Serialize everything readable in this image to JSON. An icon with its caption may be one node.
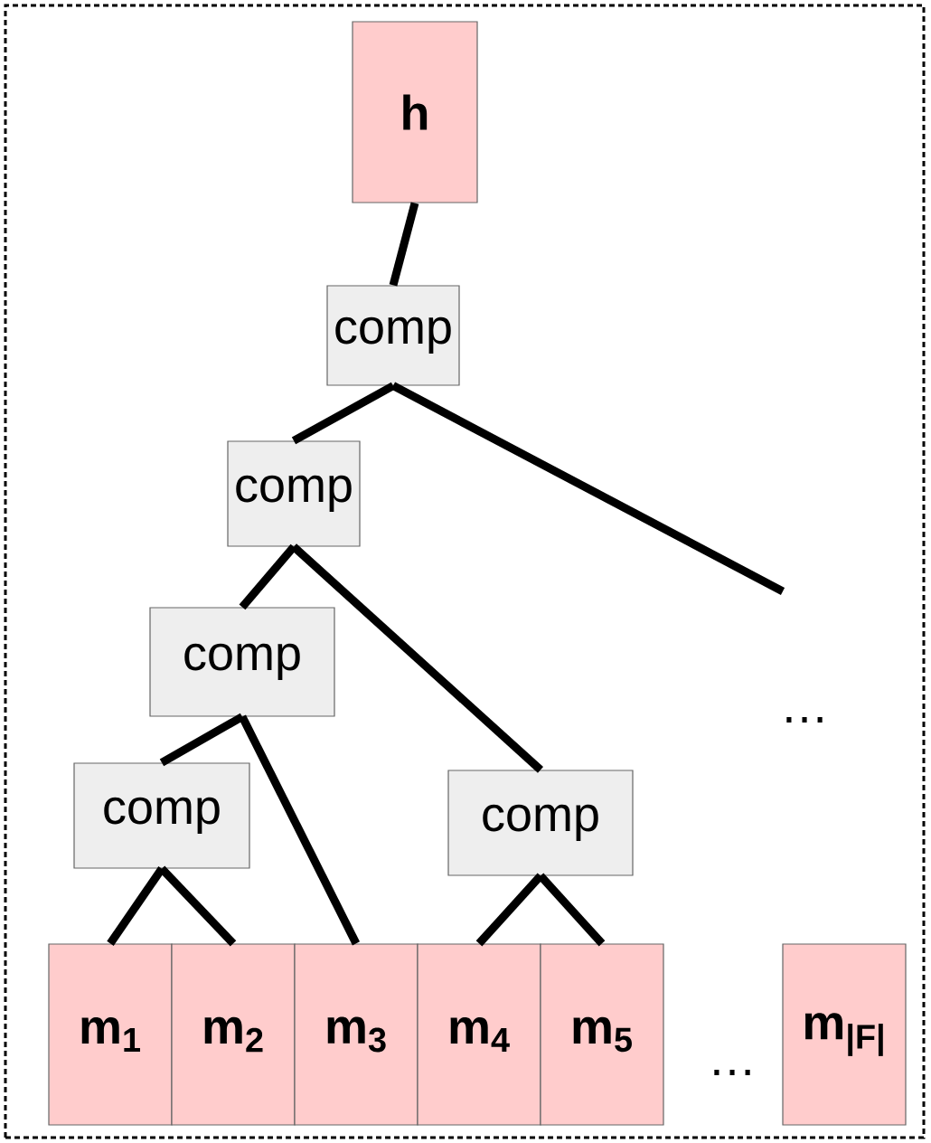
{
  "diagram": {
    "nodes": [
      {
        "text": [
          "h"
        ]
      },
      {
        "text": [
          "comp"
        ]
      },
      {
        "text": [
          "comp"
        ]
      },
      {
        "text": [
          "comp"
        ]
      },
      {
        "text": [
          "comp"
        ]
      },
      {
        "text": [
          "comp"
        ]
      },
      {
        "text": [
          "m$_{1}$"
        ]
      },
      {
        "text": [
          "m$_{2}$"
        ]
      },
      {
        "text": [
          "m$_{3}$"
        ]
      },
      {
        "text": [
          "m$_{4}$"
        ]
      },
      {
        "text": [
          "m$_{5}$"
        ]
      },
      {
        "text": [
          "m$_{|F|}$"
        ]
      }
    ],
    "edges": [
      {
        "from": 0,
        "to": 1,
        "arrow": "none"
      },
      {
        "from": 1,
        "to": 2,
        "arrow": "none"
      },
      {
        "from": 1,
        "to": null,
        "arrow": "none"
      },
      {
        "from": 2,
        "to": 3,
        "arrow": "none"
      },
      {
        "from": 2,
        "to": 5,
        "arrow": "none"
      },
      {
        "from": 3,
        "to": 4,
        "arrow": "none"
      },
      {
        "from": 3,
        "to": 8,
        "arrow": "none"
      },
      {
        "from": 4,
        "to": 6,
        "arrow": "none"
      },
      {
        "from": 4,
        "to": 7,
        "arrow": "none"
      },
      {
        "from": 5,
        "to": 9,
        "arrow": "none"
      },
      {
        "from": 5,
        "to": 10,
        "arrow": "none"
      }
    ],
    "labels": [
      "…",
      "…"
    ]
  }
}
